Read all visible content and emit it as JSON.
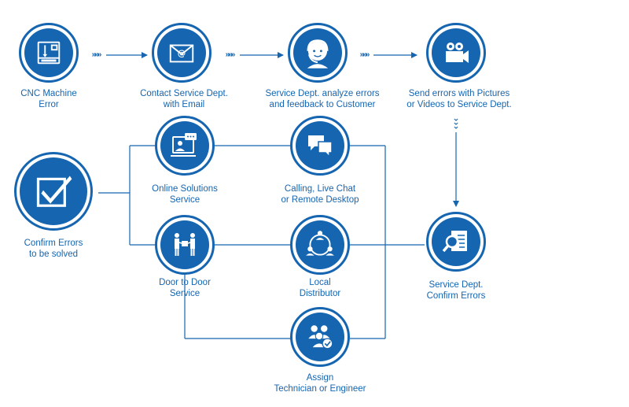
{
  "colors": {
    "primary": "#1565b0",
    "background": "#ffffff",
    "line": "#1565b0"
  },
  "nodes": {
    "cnc_error": {
      "line1": "CNC Machine",
      "line2": "Error",
      "icon": "cnc-machine-icon"
    },
    "contact_email": {
      "line1": "Contact Service Dept.",
      "line2": "with Email",
      "icon": "email-icon"
    },
    "analyze_errors": {
      "line1": "Service Dept. analyze errors",
      "line2": "and feedback to Customer",
      "icon": "support-agent-icon"
    },
    "send_media": {
      "line1": "Send errors with Pictures",
      "line2": "or Videos to Service Dept.",
      "icon": "video-camera-icon"
    },
    "online_solutions": {
      "line1": "Online Solutions",
      "line2": "Service",
      "icon": "online-service-icon"
    },
    "calling_chat": {
      "line1": "Calling, Live Chat",
      "line2": "or Remote Desktop",
      "icon": "chat-bubbles-icon"
    },
    "confirm_solved": {
      "line1": "Confirm Errors",
      "line2": "to be solved",
      "icon": "checkmark-icon"
    },
    "door_to_door": {
      "line1": "Door to Door",
      "line2": "Service",
      "icon": "delivery-people-icon"
    },
    "local_distributor": {
      "line1": "Local",
      "line2": "Distributor",
      "icon": "network-people-icon"
    },
    "confirm_errors": {
      "line1": "Service Dept.",
      "line2": "Confirm Errors",
      "icon": "document-search-icon"
    },
    "assign_tech": {
      "line1": "Assign",
      "line2": "Technician or Engineer",
      "icon": "team-check-icon"
    }
  },
  "connectors": {
    "forward_glyph": "»»»",
    "down_glyph": "⌄⌄⌄"
  }
}
